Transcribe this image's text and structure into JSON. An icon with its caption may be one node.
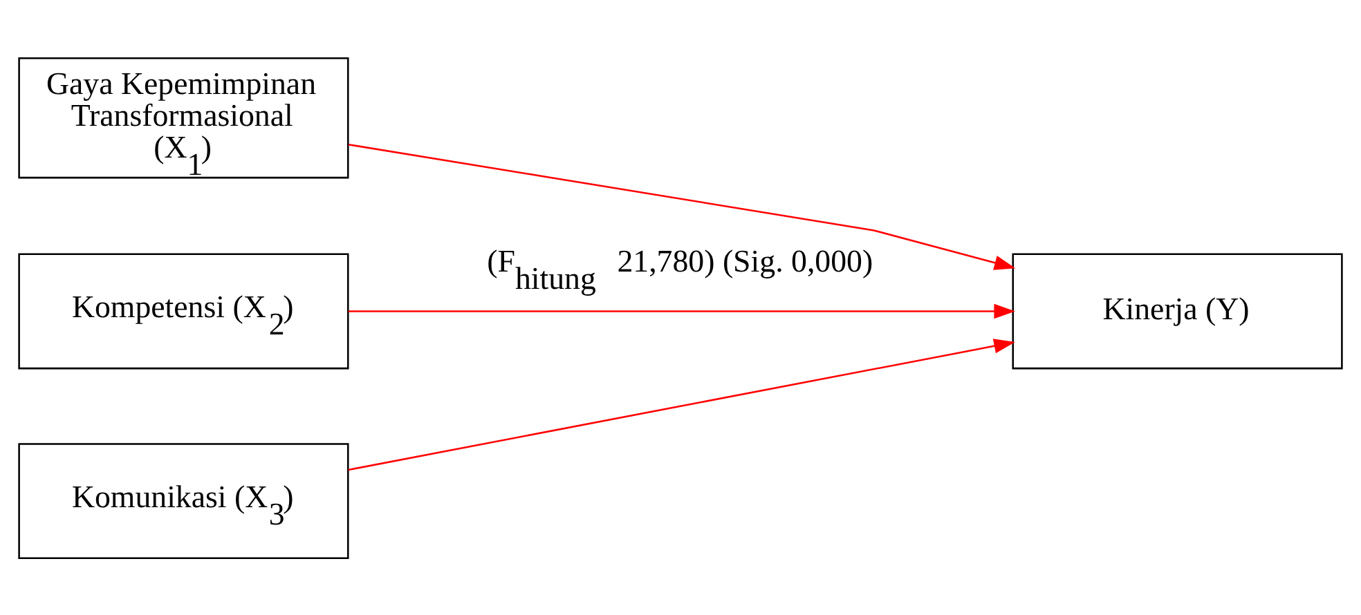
{
  "diagram": {
    "nodes": [
      {
        "text": [
          "Gaya Kepemimpinan Transformasional (X$_{1}$)"
        ]
      },
      {
        "text": [
          "Kompetensi (X$_{2}$)"
        ]
      },
      {
        "text": [
          "Komunikasi (X$_{3}$)"
        ]
      },
      {
        "text": [
          "Kinerja (Y)"
        ]
      }
    ],
    "edges": [
      {
        "from": 0,
        "to": 3,
        "arrow": "to",
        "color": "#ff0000"
      },
      {
        "from": 1,
        "to": 3,
        "arrow": "to",
        "color": "#ff0000",
        "label": "(F$_{hitung}$ 21,780) (Sig. 0,000)"
      },
      {
        "from": 2,
        "to": 3,
        "arrow": "to",
        "color": "#ff0000"
      }
    ]
  }
}
